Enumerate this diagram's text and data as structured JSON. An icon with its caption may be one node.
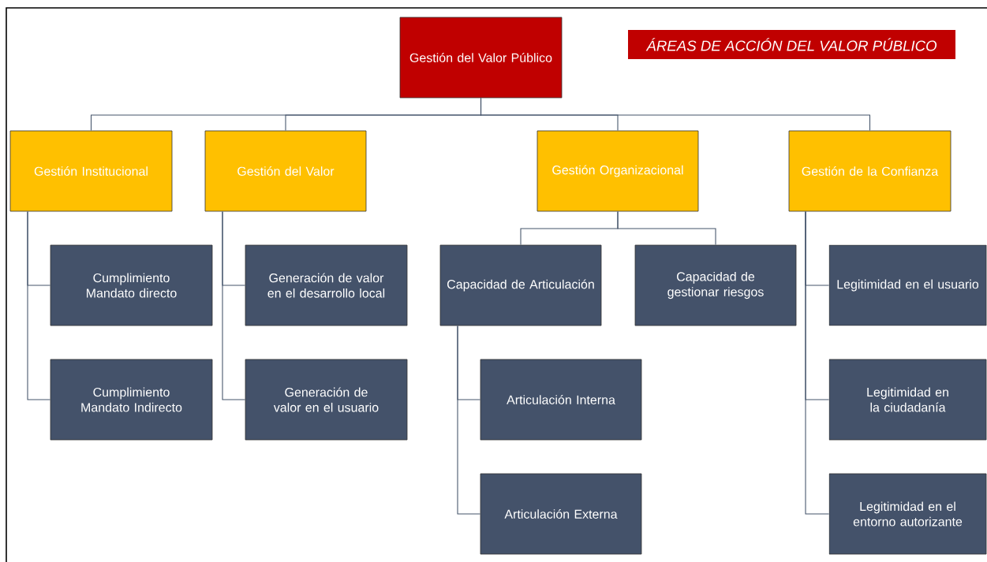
{
  "diagram": {
    "title": "ÁREAS DE ACCIÓN DEL VALOR PÚBLICO",
    "nodes": [
      {
        "text": [
          "Gestión del Valor Público"
        ]
      },
      {
        "text": [
          "Gestión Institucional"
        ]
      },
      {
        "text": [
          "Gestión del Valor"
        ]
      },
      {
        "text": [
          "Gestión Organizacional"
        ]
      },
      {
        "text": [
          "Gestión de la Confianza"
        ]
      },
      {
        "text": [
          "Cumplimiento Mandato directo"
        ]
      },
      {
        "text": [
          "Cumplimiento Mandato Indirecto"
        ]
      },
      {
        "text": [
          "Generación de valor en el desarrollo local"
        ]
      },
      {
        "text": [
          "Generación de valor en el usuario"
        ]
      },
      {
        "text": [
          "Capacidad de Articulación"
        ]
      },
      {
        "text": [
          "Capacidad de gestionar riesgos"
        ]
      },
      {
        "text": [
          "Articulación Interna"
        ]
      },
      {
        "text": [
          "Articulación Externa"
        ]
      },
      {
        "text": [
          "Legitimidad en el usuario"
        ]
      },
      {
        "text": [
          "Legitimidad en la ciudadanía"
        ]
      },
      {
        "text": [
          "Legitimidad en el entorno autorizante"
        ]
      }
    ],
    "edges": [
      {
        "from": 0,
        "to": 1,
        "arrow": "none"
      },
      {
        "from": 0,
        "to": 2,
        "arrow": "none"
      },
      {
        "from": 0,
        "to": 3,
        "arrow": "none"
      },
      {
        "from": 0,
        "to": 4,
        "arrow": "none"
      },
      {
        "from": 1,
        "to": 5,
        "arrow": "none"
      },
      {
        "from": 1,
        "to": 6,
        "arrow": "none"
      },
      {
        "from": 2,
        "to": 7,
        "arrow": "none"
      },
      {
        "from": 2,
        "to": 8,
        "arrow": "none"
      },
      {
        "from": 3,
        "to": 9,
        "arrow": "none"
      },
      {
        "from": 3,
        "to": 10,
        "arrow": "none"
      },
      {
        "from": 9,
        "to": 11,
        "arrow": "none"
      },
      {
        "from": 9,
        "to": 12,
        "arrow": "none"
      },
      {
        "from": 4,
        "to": 13,
        "arrow": "none"
      },
      {
        "from": 4,
        "to": 14,
        "arrow": "none"
      },
      {
        "from": 4,
        "to": 15,
        "arrow": "none"
      }
    ]
  }
}
